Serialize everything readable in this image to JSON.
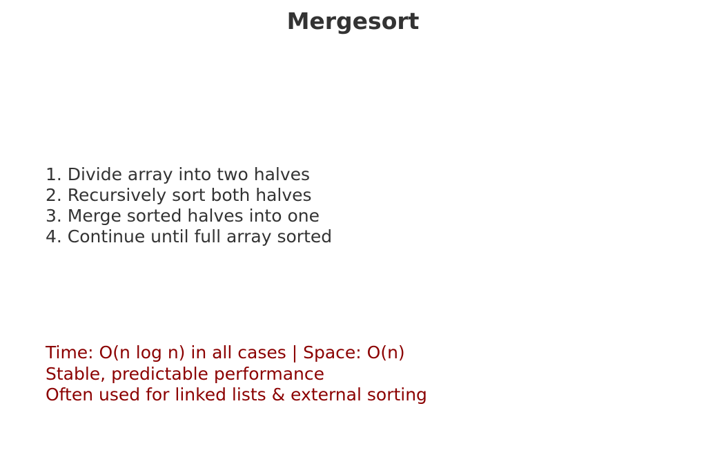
{
  "title": "Mergesort",
  "steps": [
    "1. Divide array into two halves",
    "2. Recursively sort both halves",
    "3. Merge sorted halves into one",
    "4. Continue until full array sorted"
  ],
  "notes": [
    "Time: O(n log n) in all cases | Space: O(n)",
    "Stable, predictable performance",
    "Often used for linked lists & external sorting"
  ],
  "colors": {
    "text": "#333333",
    "highlight": "#8b0000",
    "background": "#ffffff"
  }
}
